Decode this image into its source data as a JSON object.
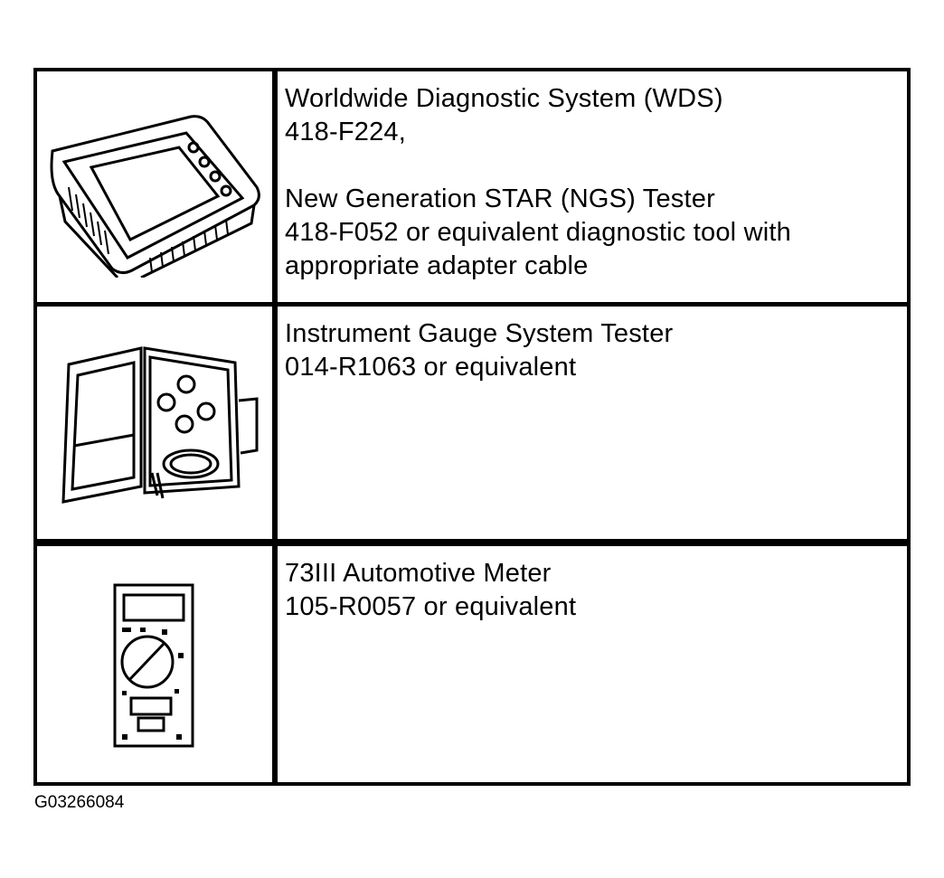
{
  "rows": [
    {
      "icon": "diagnostic-tester-icon",
      "lines": [
        "Worldwide Diagnostic System (WDS)",
        "418-F224,"
      ],
      "lines2": [
        "New Generation STAR (NGS) Tester",
        "418-F052 or equivalent diagnostic tool with",
        "appropriate adapter cable"
      ]
    },
    {
      "icon": "gauge-tester-case-icon",
      "lines": [
        "Instrument Gauge System Tester",
        "014-R1063 or equivalent"
      ]
    },
    {
      "icon": "multimeter-icon",
      "lines": [
        "73III Automotive Meter",
        "105-R0057 or equivalent"
      ]
    }
  ],
  "figure_id": "G03266084"
}
